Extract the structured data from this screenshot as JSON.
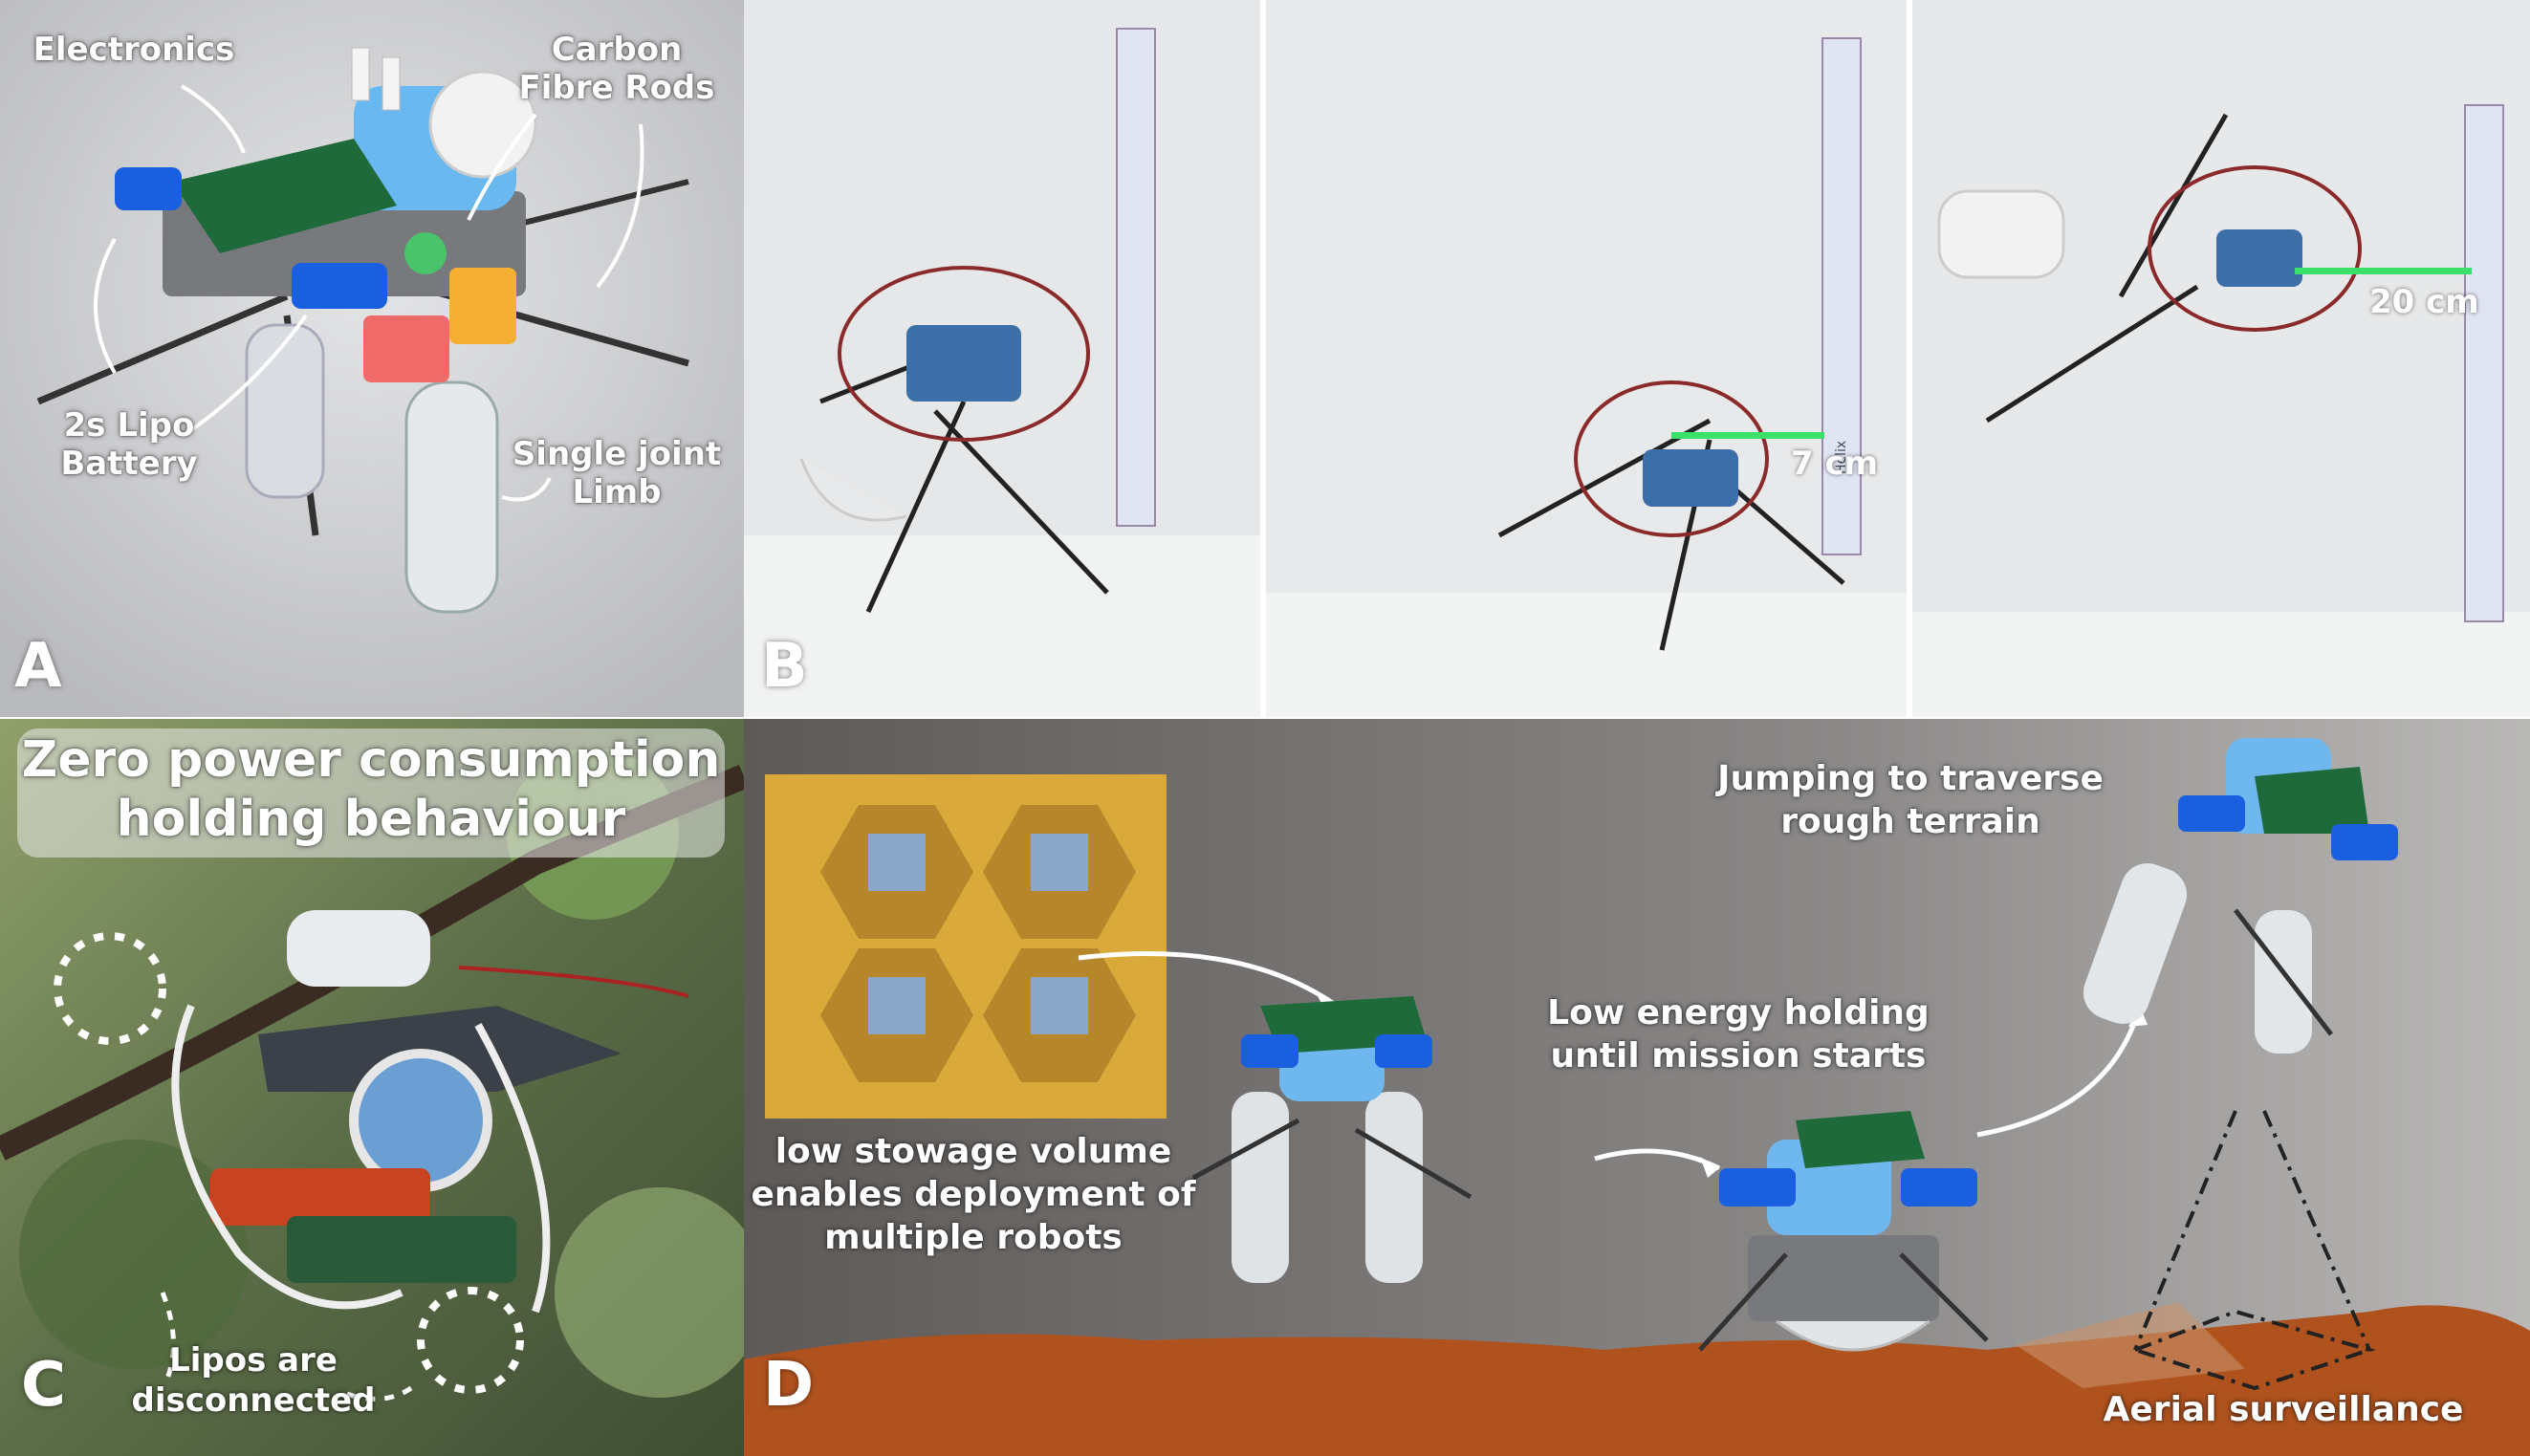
{
  "panel_a": {
    "letter": "A",
    "callouts": {
      "electronics": "Electronics",
      "carbon_rods": "Carbon\nFibre Rods",
      "battery": "2s Lipo\nBattery",
      "limb": "Single joint\nLimb"
    }
  },
  "panel_b": {
    "letter": "B",
    "measure_7": "7 cm",
    "measure_20": "20 cm",
    "ruler_brand": "Helix"
  },
  "panel_c": {
    "letter": "C",
    "title": "Zero power consumption\nholding behaviour",
    "callout": "Lipos are\ndisconnected"
  },
  "panel_d": {
    "letter": "D",
    "stowage": "low stowage volume\nenables deployment of\nmultiple robots",
    "holding": "Low energy holding\nuntil mission starts",
    "jumping": "Jumping to traverse\nrough terrain",
    "aerial": "Aerial surveillance"
  },
  "colors": {
    "measure_line": "#39e06a",
    "pcb_green": "#1f6a3a",
    "battery_blue": "#1a5fe0",
    "hive_gold": "#d9a93a",
    "terrain": "#b0521e"
  }
}
